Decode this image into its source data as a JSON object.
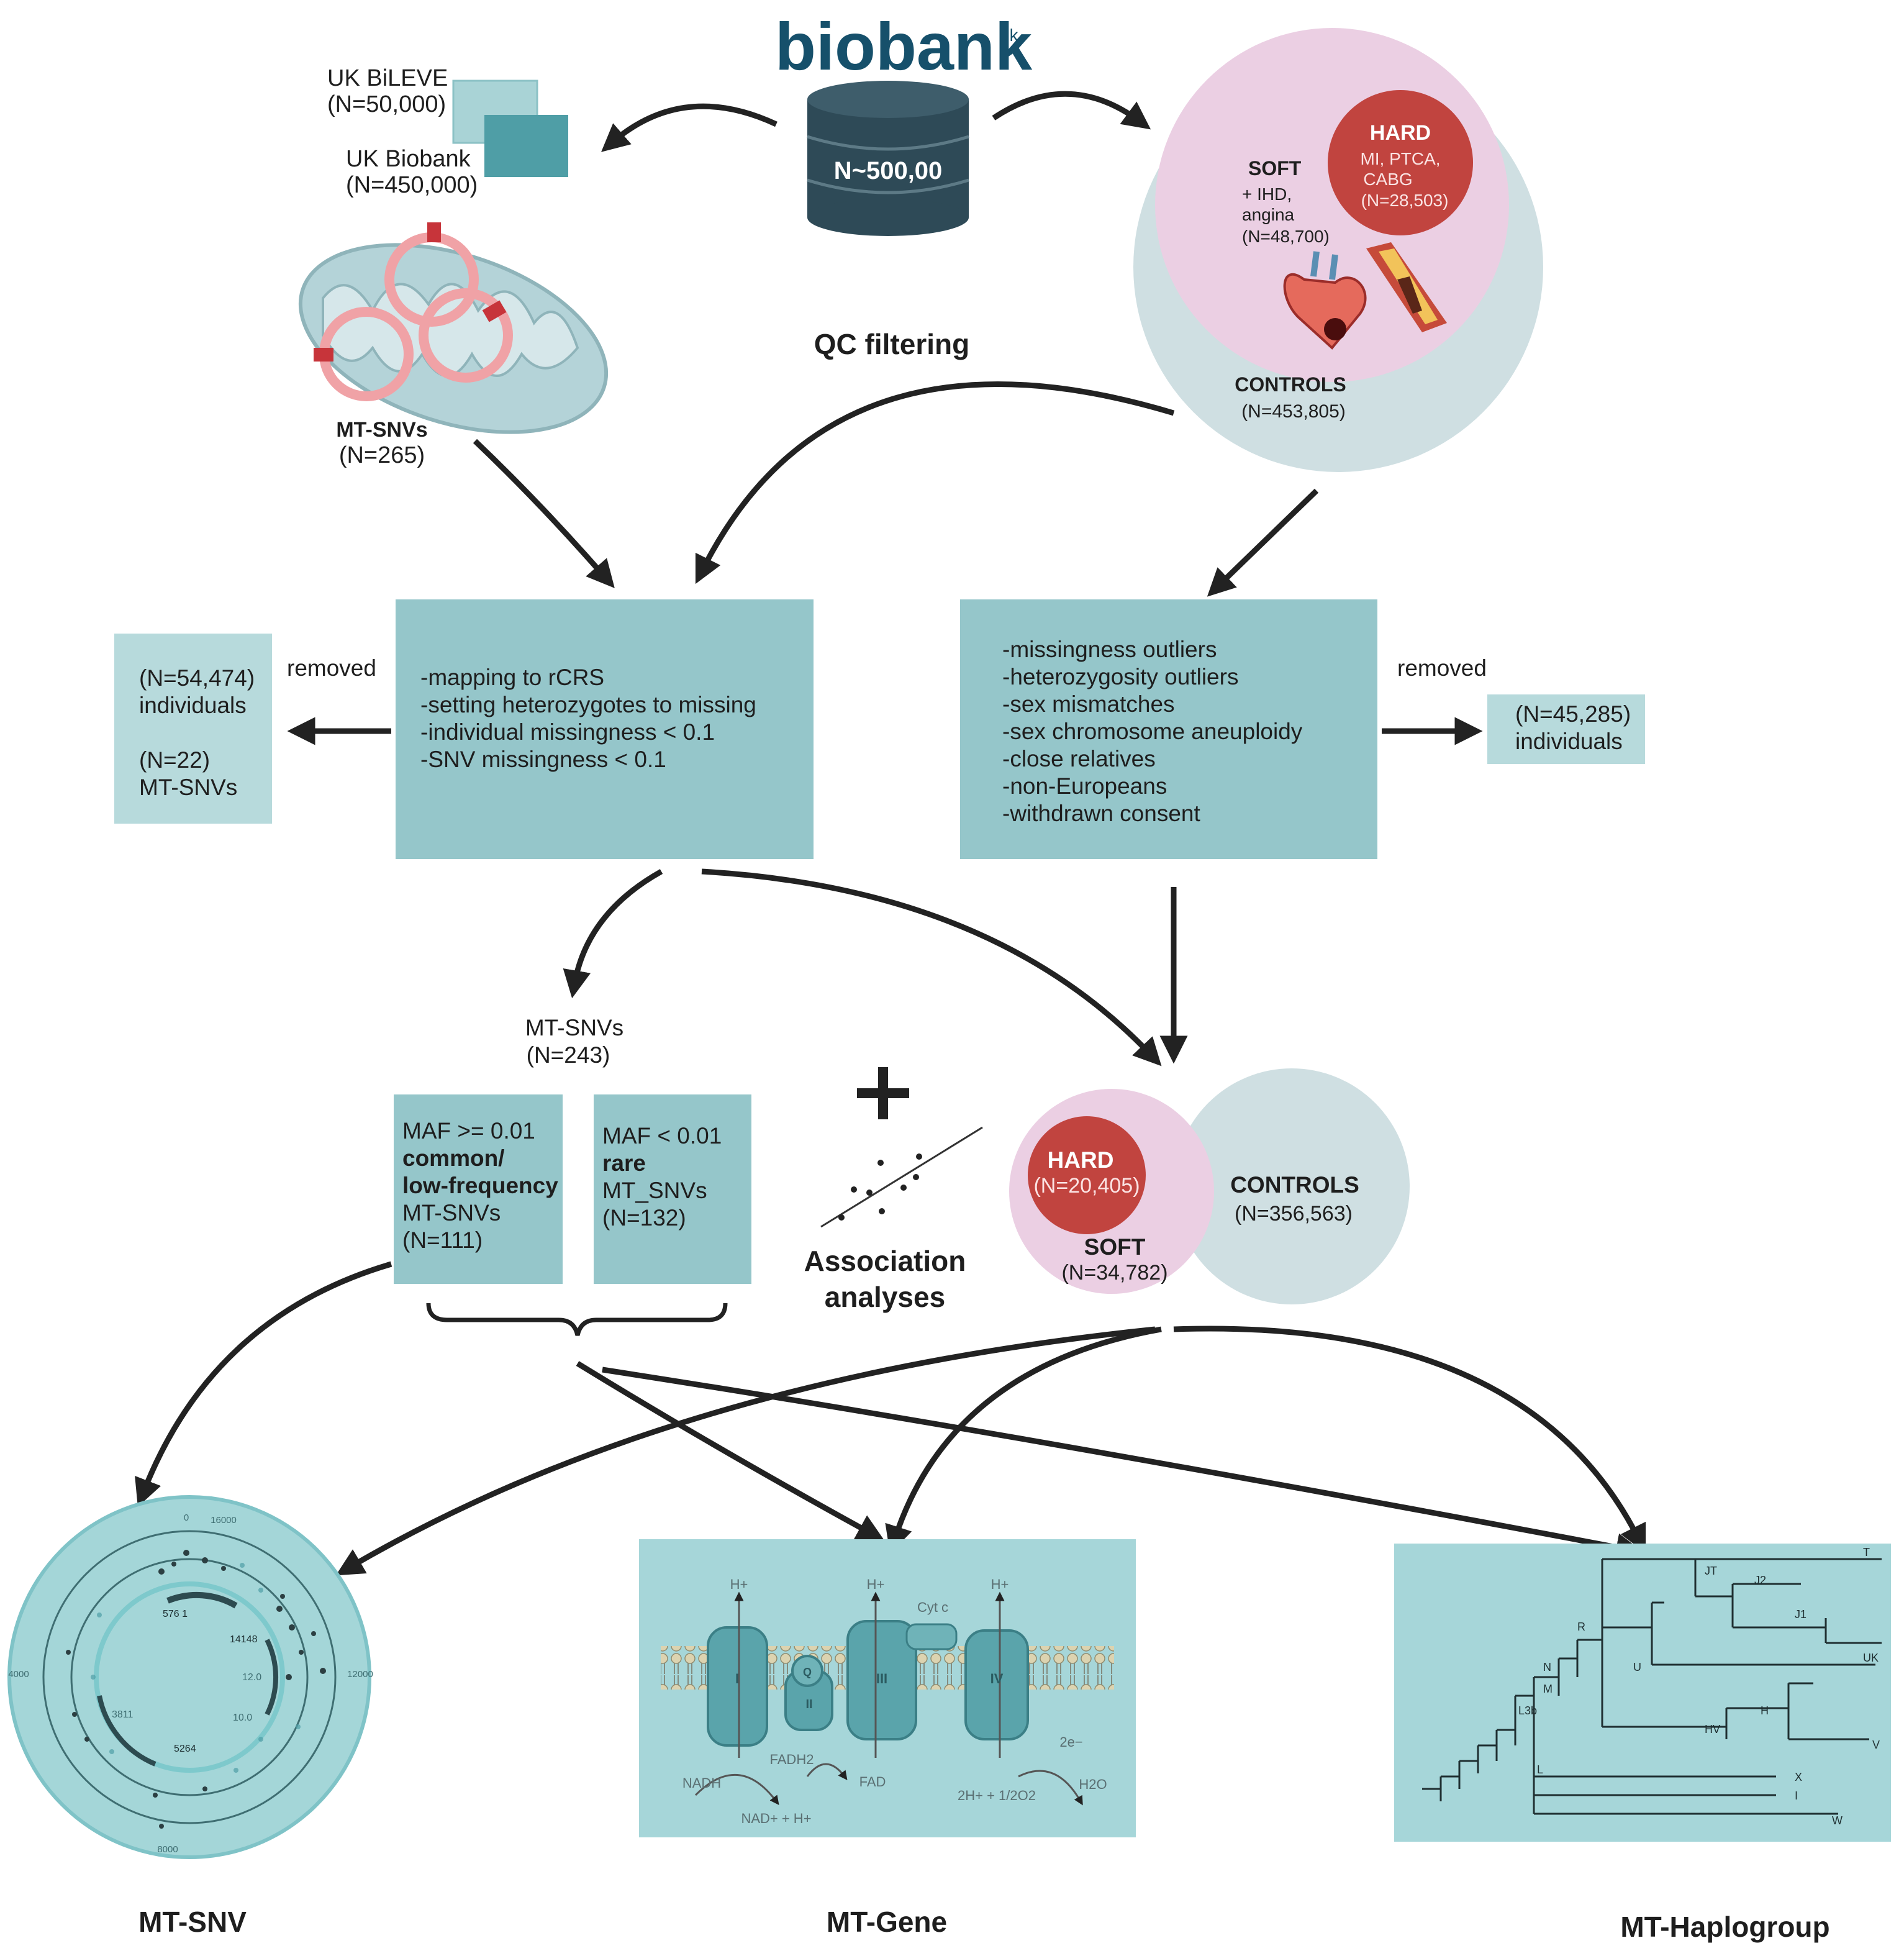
{
  "source": {
    "logo": "biobank",
    "logo_super": "uk",
    "db_count": "N~500,00",
    "qc_label": "QC filtering",
    "bileve": [
      "UK BiLEVE",
      "(N=50,000)"
    ],
    "ukb": [
      "UK Biobank",
      "(N=450,000)"
    ],
    "mtsnvs": [
      "MT-SNVs",
      "(N=265)"
    ]
  },
  "phenotypes_top": {
    "hard": [
      "HARD",
      "MI, PTCA,",
      "CABG",
      "(N=28,503)"
    ],
    "soft": [
      "SOFT",
      "+ IHD,",
      "angina",
      "(N=48,700)"
    ],
    "controls": [
      "CONTROLS",
      "(N=453,805)"
    ]
  },
  "qc_left": {
    "steps": [
      "-mapping to rCRS",
      "-setting heterozygotes to missing",
      "-individual  missingness < 0.1",
      "-SNV missingness < 0.1"
    ],
    "removed_label": "removed",
    "removed": [
      "(N=54,474)",
      "individuals",
      "(N=22)",
      "MT-SNVs"
    ]
  },
  "qc_right": {
    "steps": [
      "-missingness outliers",
      "-heterozygosity outliers",
      "-sex mismatches",
      "-sex chromosome aneuploidy",
      "-close relatives",
      "-non-Europeans",
      " -withdrawn consent"
    ],
    "removed_label": "removed",
    "removed": [
      "(N=45,285)",
      "individuals"
    ]
  },
  "mt_after": [
    "MT-SNVs",
    "(N=243)"
  ],
  "common_box": [
    "MAF >= 0.01",
    "common/",
    "low-frequency",
    "MT-SNVs",
    "(N=111)"
  ],
  "rare_box": [
    "MAF < 0.01",
    "rare",
    "MT_SNVs",
    "(N=132)"
  ],
  "association": [
    "Association",
    "analyses"
  ],
  "phenotypes_bottom": {
    "hard": [
      "HARD",
      "(N=20,405)"
    ],
    "soft": [
      "SOFT",
      "(N=34,782)"
    ],
    "controls": [
      "CONTROLS",
      "(N=356,563)"
    ]
  },
  "panel_circle": {
    "ticks": [
      "0",
      "16000",
      "4000",
      "12000",
      "8000"
    ],
    "labels": [
      "576 1",
      "14148",
      "12.0",
      "10.0",
      "5264",
      "3811"
    ]
  },
  "panel_complex": {
    "labels": [
      "H+",
      "H+",
      "H+",
      "Cyt c",
      "I",
      "II",
      "III",
      "IV",
      "Q",
      "NADH",
      "NAD+ + H+",
      "FADH2",
      "FAD",
      "2H+ + 1/2O2",
      "2e−",
      "H2O"
    ]
  },
  "panel_tree": {
    "labels": [
      "T",
      "JT",
      "J1",
      "J2",
      "U",
      "UK",
      "HV",
      "H",
      "V",
      "R",
      "N",
      "M",
      "L3b",
      "L",
      "X",
      "I",
      "W"
    ]
  },
  "outputs": [
    "MT-SNV",
    "MT-Gene",
    "MT-Haplogroup"
  ],
  "colors": {
    "teal_box": "#95c6ca",
    "light_teal": "#b7dadc",
    "circle_grey": "#cfdfe2",
    "pink": "#ebcfe3",
    "hard_red": "#c1443f",
    "db_dark": "#2e4a57",
    "logo_blue": "#16506b"
  }
}
